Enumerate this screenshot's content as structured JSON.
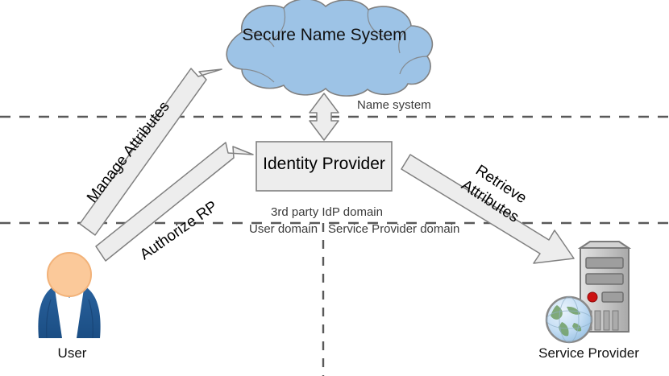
{
  "diagram": {
    "title_nodes": {
      "cloud": "Secure Name System",
      "idp_box": "Identity Provider",
      "user": "User",
      "service_provider": "Service Provider"
    },
    "zone_labels": {
      "name_system": "Name system",
      "third_party_idp_domain": "3rd party IdP domain",
      "user_domain": "User domain",
      "service_provider_domain": "Service Provider domain"
    },
    "arrows": [
      {
        "label": "Manage Attributes",
        "from": "User",
        "to": "Secure Name System",
        "style": "single-head"
      },
      {
        "label": "Authorize RP",
        "from": "User",
        "to": "Identity Provider",
        "style": "single-head"
      },
      {
        "label": "Retrieve Attributes",
        "from": "Identity Provider",
        "to": "Service Provider",
        "style": "single-head"
      },
      {
        "label": "",
        "from": "Secure Name System",
        "to": "Identity Provider",
        "style": "double-head"
      }
    ],
    "colors": {
      "cloud_fill": "#9DC3E6",
      "cloud_stroke": "#7F7F7F",
      "arrow_fill": "#EDEDED",
      "arrow_stroke": "#7F7F7F",
      "box_fill": "#EDEDED",
      "box_stroke": "#7F7F7F",
      "divider": "#595959",
      "user_suit": "#1F5C99",
      "user_skin": "#FBC99A",
      "server_body": "#BFBFBF",
      "server_led": "#CC1111",
      "globe_blue": "#BBD6EE"
    }
  }
}
